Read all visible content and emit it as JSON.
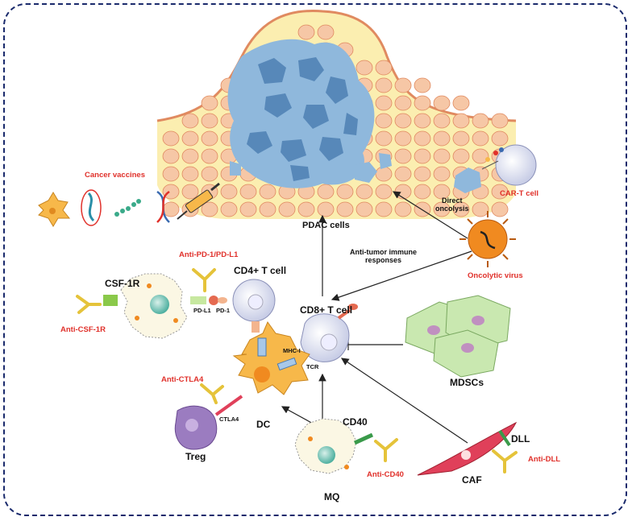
{
  "labels": {
    "cancer_vaccines": "Cancer vaccines",
    "pdac_cells": "PDAC cells",
    "direct_oncolysis_1": "Direct",
    "direct_oncolysis_2": "oncolysis",
    "car_t_cell": "CAR-T cell",
    "anti_tumor_1": "Anti-tumor immune",
    "anti_tumor_2": "responses",
    "oncolytic_virus": "Oncolytic virus",
    "anti_pd1_pdl1": "Anti-PD-1/PD-L1",
    "cd4_t_cell": "CD4+ T cell",
    "csf1r": "CSF-1R",
    "pd_l1": "PD-L1",
    "pd_1": "PD-1",
    "anti_csf1r": "Anti-CSF-1R",
    "cd8_t_cell": "CD8+ T cell",
    "mhc_i": "MHC-I",
    "tcr": "TCR",
    "mdscs": "MDSCs",
    "anti_ctla4": "Anti-CTLA4",
    "ctla4": "CTLA4",
    "dc": "DC",
    "treg": "Treg",
    "cd40": "CD40",
    "anti_cd40": "Anti-CD40",
    "mq": "MQ",
    "dll": "DLL",
    "anti_dll": "Anti-DLL",
    "caf": "CAF"
  },
  "colors": {
    "frame": "#1a2a6c",
    "tumor_bg": "#fbeeb0",
    "tumor_cell": "#f6c7a6",
    "tumor_cell_border": "#e08a60",
    "pdac": "#8fb8dc",
    "antibody": "#e5c33a",
    "label_red": "#e0302a",
    "mdsc": "#c9e8b0",
    "treg": "#9b7cc0",
    "dc": "#f7b84a",
    "caf": "#e0405a",
    "virus": "#f08a20"
  }
}
